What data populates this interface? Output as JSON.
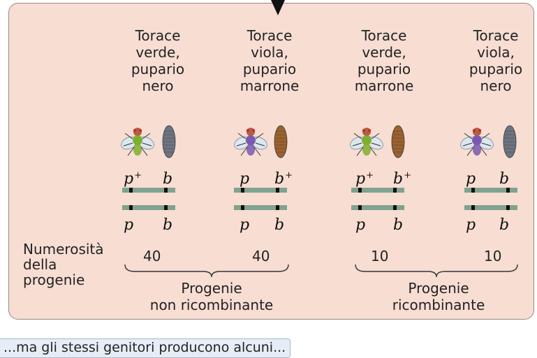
{
  "columns": [
    {
      "phenotype": "Torace\nverde,\npupario\nnero",
      "top_alleles": {
        "p": "p",
        "p_sup": "+",
        "b": "b",
        "b_sup": ""
      },
      "bottom_alleles": {
        "p": "p",
        "b": "b"
      },
      "fly_color": "#7fae2f",
      "pupa_color": "#6e7480",
      "count": "40"
    },
    {
      "phenotype": "Torace\nviola,\npupario\nmarrone",
      "top_alleles": {
        "p": "p",
        "p_sup": "",
        "b": "b",
        "b_sup": "+"
      },
      "bottom_alleles": {
        "p": "p",
        "b": "b"
      },
      "fly_color": "#7a58b0",
      "pupa_color": "#9a6230",
      "count": "40"
    },
    {
      "phenotype": "Torace\nverde,\npupario\nmarrone",
      "top_alleles": {
        "p": "p",
        "p_sup": "+",
        "b": "b",
        "b_sup": "+"
      },
      "bottom_alleles": {
        "p": "p",
        "b": "b"
      },
      "fly_color": "#7fae2f",
      "pupa_color": "#9a6230",
      "count": "10"
    },
    {
      "phenotype": "Torace\nviola,\npupario\nnero",
      "top_alleles": {
        "p": "p",
        "p_sup": "",
        "b": "b",
        "b_sup": ""
      },
      "bottom_alleles": {
        "p": "p",
        "b": "b"
      },
      "fly_color": "#7a58b0",
      "pupa_color": "#6e7480",
      "count": "10"
    }
  ],
  "row_label": "Numerosità\ndella\nprogenie",
  "groups": [
    {
      "label": "Progenie\nnon ricombinante"
    },
    {
      "label": "Progenie\nricombinante"
    }
  ],
  "caption": "...ma gli stessi genitori producono alcuni..."
}
